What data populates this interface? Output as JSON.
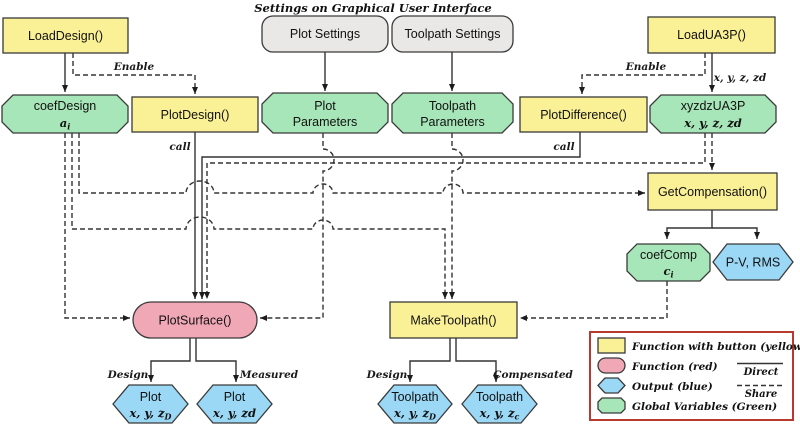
{
  "title": "Settings on Graphical User Interface",
  "colors": {
    "yellow": "#FAF096",
    "red_pink": "#F1A8B6",
    "blue": "#9AD8F6",
    "green": "#A7E6B8",
    "gray": "#E9E8E7",
    "white": "#FFFFFF",
    "line": "#333333",
    "legend_border": "#B63A2E"
  },
  "nodes": {
    "load_design": {
      "label": "LoadDesign()"
    },
    "plot_settings": {
      "label": "Plot Settings"
    },
    "toolpath_settings": {
      "label": "Toolpath Settings"
    },
    "load_ua3p": {
      "label": "LoadUA3P()"
    },
    "coef_design": {
      "line1": "coefDesign",
      "math_main": "a",
      "math_sub": "i"
    },
    "plot_design": {
      "label": "PlotDesign()"
    },
    "plot_parameters": {
      "line1": "Plot",
      "line2": "Parameters"
    },
    "toolpath_parameters": {
      "line1": "Toolpath",
      "line2": "Parameters"
    },
    "plot_difference": {
      "label": "PlotDifference()"
    },
    "xyzdz_ua3p": {
      "line1": "xyzdzUA3P",
      "line2": "x, y, z, zd"
    },
    "get_compensation": {
      "label": "GetCompensation()"
    },
    "coef_comp": {
      "line1": "coefComp",
      "math_main": "c",
      "math_sub": "i"
    },
    "pv_rms": {
      "label": "P-V, RMS"
    },
    "plot_surface": {
      "label": "PlotSurface()"
    },
    "make_toolpath": {
      "label": "MakeToolpath()"
    },
    "plot_design_out": {
      "line1": "Plot",
      "math_main": "x, y, z",
      "math_sub": "D"
    },
    "plot_measured_out": {
      "line1": "Plot",
      "line2": "x, y, zd"
    },
    "toolpath_design_out": {
      "line1": "Toolpath",
      "math_main": "x, y, z",
      "math_sub": "D"
    },
    "toolpath_comp_out": {
      "line1": "Toolpath",
      "math_main": "x, y, z",
      "math_sub": "c"
    }
  },
  "edge_labels": {
    "enable_left": "Enable",
    "enable_right": "Enable",
    "xyzzd": "x, y, z, zd",
    "call_left": "call",
    "call_right": "call",
    "design_left": "Design",
    "measured": "Measured",
    "design_right": "Design",
    "compensated": "Compensated"
  },
  "legend": {
    "items": [
      {
        "label": "Function with button (yellow)"
      },
      {
        "label": "Function (red)"
      },
      {
        "label": "Output (blue)"
      },
      {
        "label": "Global Variables (Green)"
      }
    ],
    "line_samples": [
      {
        "label": "Direct",
        "style": "solid"
      },
      {
        "label": "Share",
        "style": "dashed"
      }
    ]
  }
}
